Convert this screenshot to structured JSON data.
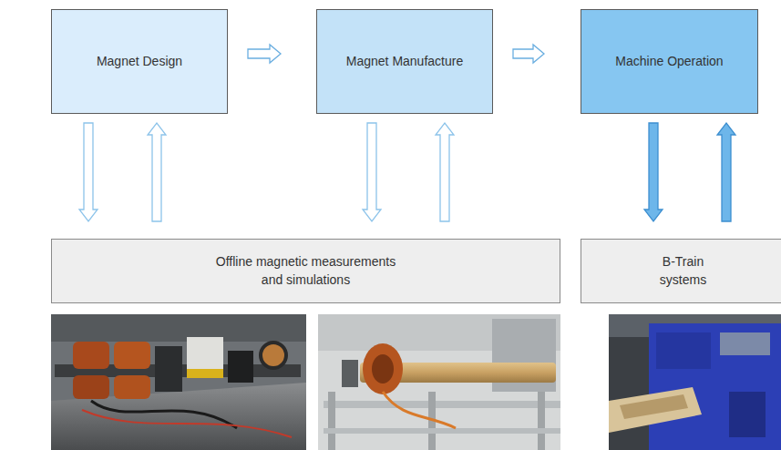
{
  "diagram": {
    "nodes": [
      {
        "text": [
          "Magnet Design"
        ]
      },
      {
        "text": [
          "Magnet Manufacture"
        ]
      },
      {
        "text": [
          "Machine Operation"
        ]
      },
      {
        "text": [
          "Offline magnetic measurements and simulations"
        ]
      },
      {
        "text": [
          "B-Train systems"
        ]
      }
    ],
    "edges": [
      {
        "from": 0,
        "to": 1,
        "arrow": "to"
      },
      {
        "from": 1,
        "to": 2,
        "arrow": "to"
      },
      {
        "from": 0,
        "to": 3,
        "arrow": "to"
      },
      {
        "from": 3,
        "to": 0,
        "arrow": "to"
      },
      {
        "from": 1,
        "to": 3,
        "arrow": "to"
      },
      {
        "from": 3,
        "to": 1,
        "arrow": "to"
      },
      {
        "from": 2,
        "to": 4,
        "arrow": "to"
      },
      {
        "from": 4,
        "to": 2,
        "arrow": "to"
      }
    ]
  }
}
